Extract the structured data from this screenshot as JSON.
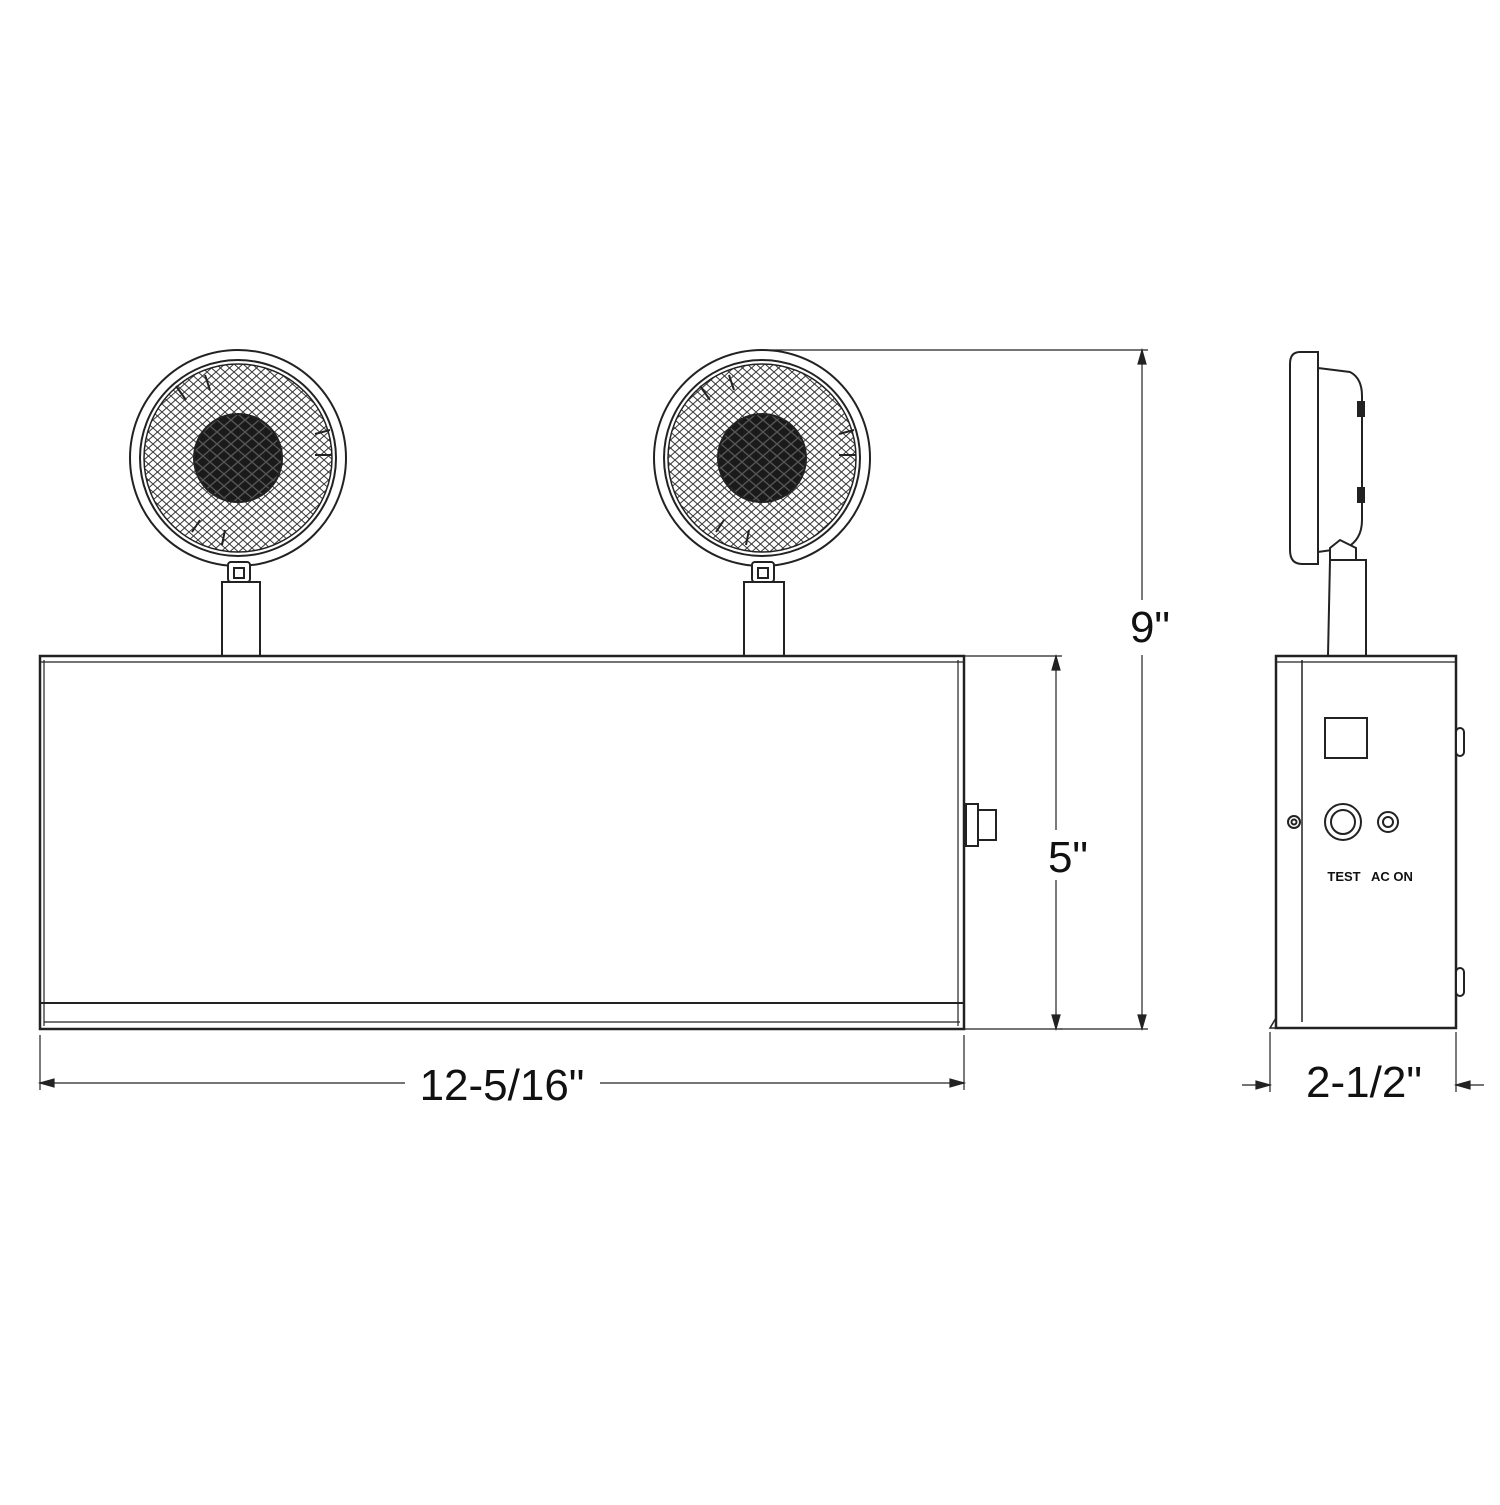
{
  "dimensions": {
    "width": "12-5/16\"",
    "box_height": "5\"",
    "total_height": "9\"",
    "depth": "2-1/2\""
  },
  "side_panel": {
    "test_label": "TEST",
    "ac_on_label": "AC ON"
  },
  "colors": {
    "line": "#222222",
    "lamp_center": "#1a1a1a"
  }
}
